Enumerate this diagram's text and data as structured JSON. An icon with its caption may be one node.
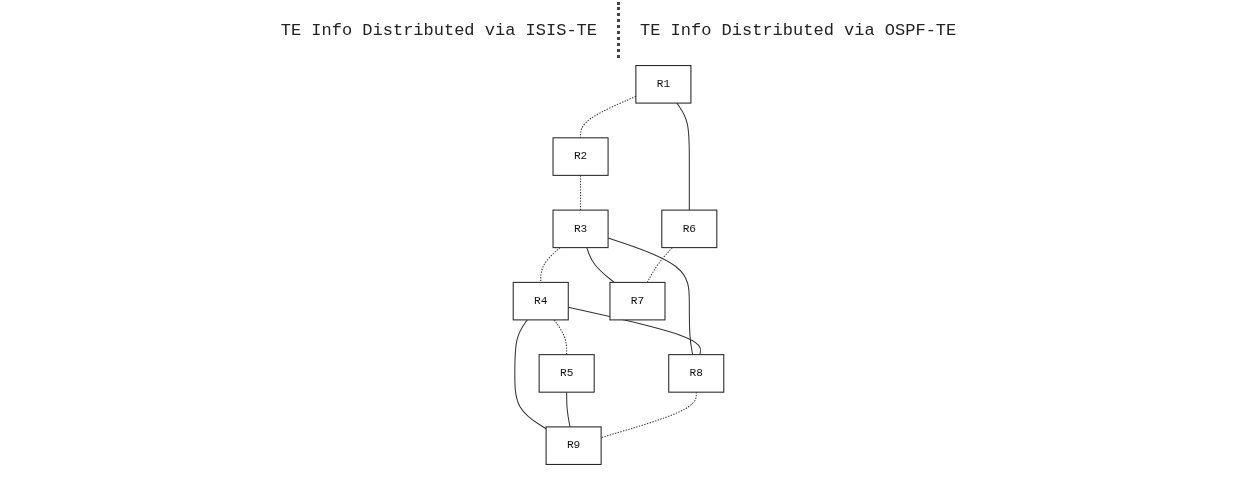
{
  "diagram": {
    "nodes": [
      {
        "text": [
          "R1"
        ]
      },
      {
        "text": [
          "R2"
        ]
      },
      {
        "text": [
          "R3"
        ]
      },
      {
        "text": [
          "R4"
        ]
      },
      {
        "text": [
          "R5"
        ]
      },
      {
        "text": [
          "R6"
        ]
      },
      {
        "text": [
          "R7"
        ]
      },
      {
        "text": [
          "R8"
        ]
      },
      {
        "text": [
          "R9"
        ]
      }
    ],
    "edges": [
      {
        "from": 0,
        "to": 1,
        "arrow": "none",
        "style": "dashed"
      },
      {
        "from": 1,
        "to": 2,
        "arrow": "none",
        "style": "dashed"
      },
      {
        "from": 2,
        "to": 3,
        "arrow": "none",
        "style": "dashed"
      },
      {
        "from": 3,
        "to": 4,
        "arrow": "none",
        "style": "dashed"
      },
      {
        "from": 0,
        "to": 5,
        "arrow": "none"
      },
      {
        "from": 2,
        "to": 6,
        "arrow": "none"
      },
      {
        "from": 2,
        "to": 7,
        "arrow": "none"
      },
      {
        "from": 3,
        "to": 7,
        "arrow": "none"
      },
      {
        "from": 3,
        "to": 8,
        "arrow": "none"
      },
      {
        "from": 4,
        "to": 8,
        "arrow": "none"
      },
      {
        "from": 5,
        "to": 6,
        "arrow": "none",
        "style": "dashed"
      },
      {
        "from": 7,
        "to": 8,
        "arrow": "none",
        "style": "dashed"
      }
    ],
    "labels": [
      "TE Info Distributed via ISIS-TE",
      "TE Info Distributed via OSPF-TE"
    ]
  }
}
